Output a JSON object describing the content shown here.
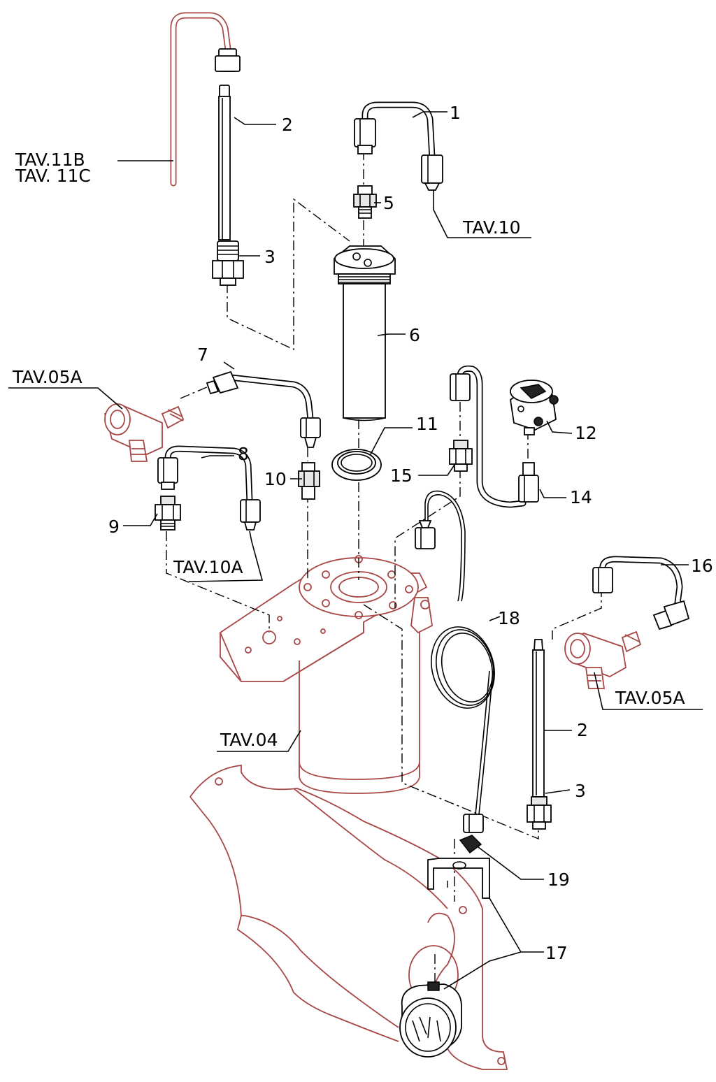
{
  "callouts": {
    "c1": "1",
    "c2a": "2",
    "c2b": "2",
    "c3a": "3",
    "c3b": "3",
    "c5": "5",
    "c6": "6",
    "c7": "7",
    "c8": "8",
    "c9": "9",
    "c10": "10",
    "c11": "11",
    "c12": "12",
    "c14": "14",
    "c15": "15",
    "c16": "16",
    "c17": "17",
    "c18": "18",
    "c19": "19"
  },
  "references": {
    "tav11b": "TAV.11B",
    "tav11c": "TAV. 11C",
    "tav10": "TAV.10",
    "tav05a_left": "TAV.05A",
    "tav10a": "TAV.10A",
    "tav05a_right": "TAV.05A",
    "tav04": "TAV.04"
  },
  "colors": {
    "line": "#000000",
    "reference_parts": "#a84646",
    "background": "#ffffff"
  }
}
